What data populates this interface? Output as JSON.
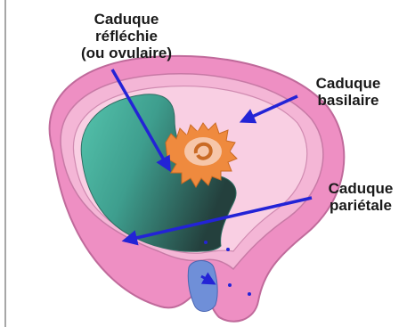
{
  "labels": {
    "caduque_reflechie": [
      "Caduque",
      "réfléchie",
      "(ou ovulaire)"
    ],
    "caduque_basilaire": [
      "Caduque",
      "basilaire"
    ],
    "caduque_parietale": [
      "Caduque",
      "pariétale"
    ]
  },
  "colors": {
    "background": "#ffffff",
    "outer_wall": "#ee8fc3",
    "decidua_layer": "#f4b6d6",
    "inner_layer": "#f9cfe3",
    "cavity_dark": "#2e5753",
    "cavity_light": "#48b8a2",
    "embryo_outer": "#ef8a3e",
    "embryo_inner": "#f6c6a9",
    "cervix_plug": "#6f8fd8",
    "arrow": "#2323d6",
    "outline": "#c06a9b"
  }
}
